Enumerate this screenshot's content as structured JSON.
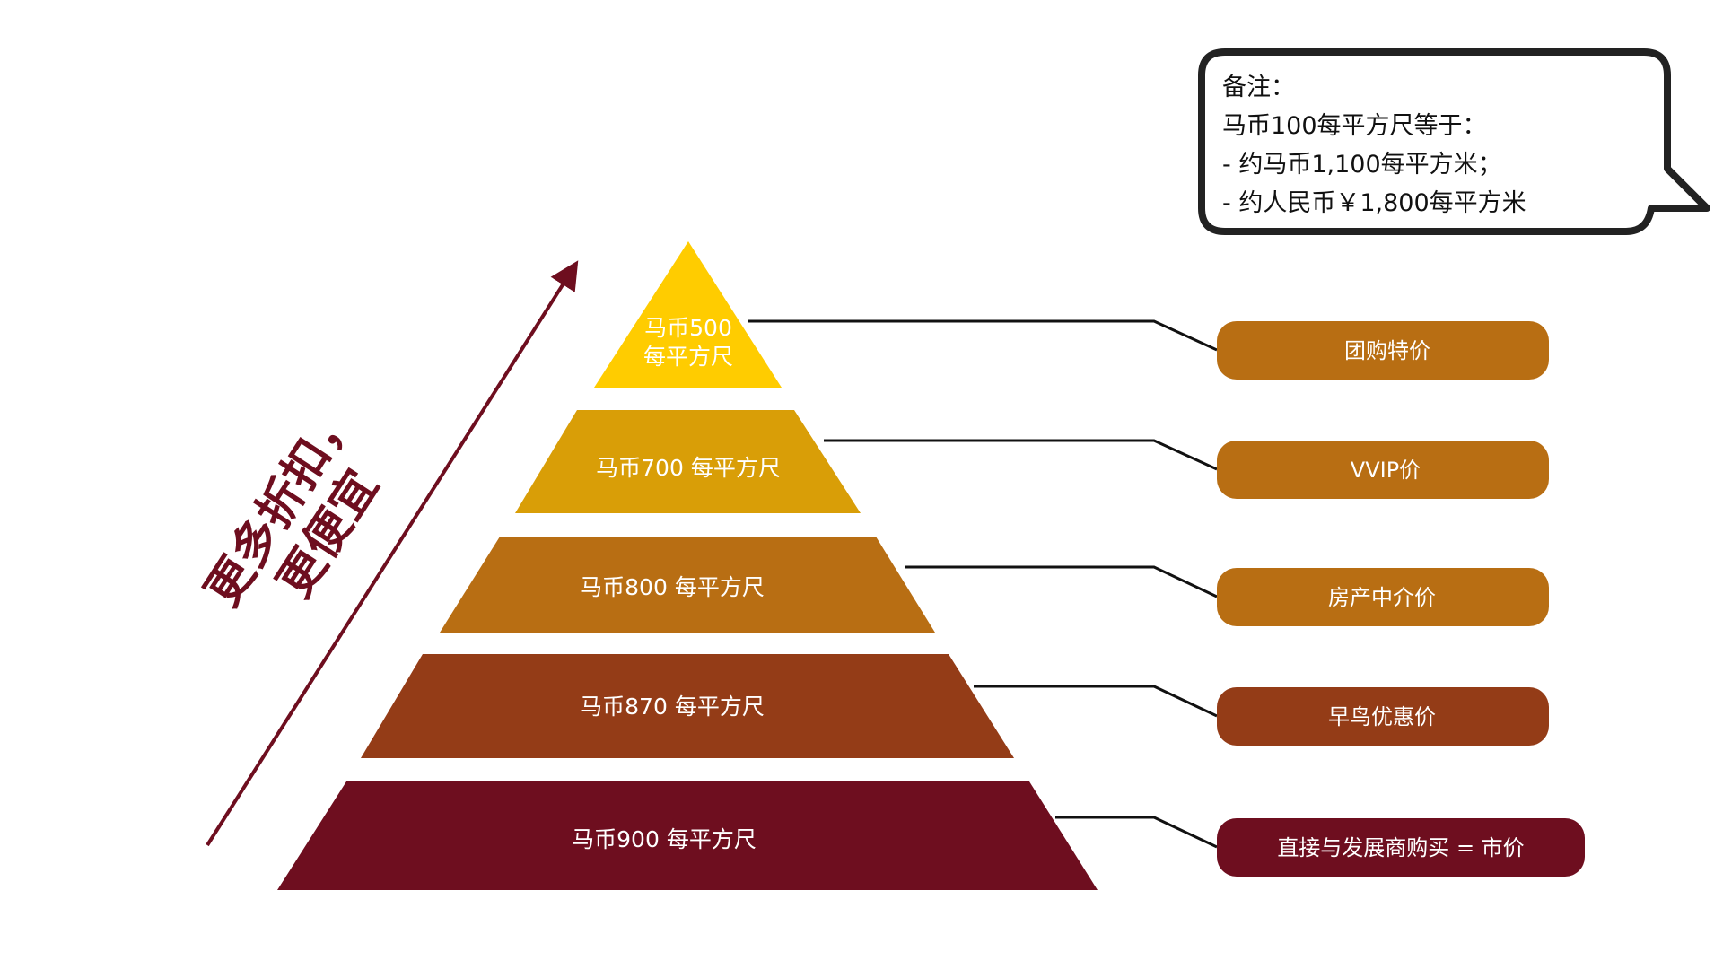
{
  "colors": {
    "tier1": "#FFCC00",
    "tier2": "#D99E07",
    "tier3": "#B86E13",
    "tier4": "#943C17",
    "tier5": "#6E0E1F",
    "arrow": "#6E0E1F"
  },
  "slogan": {
    "line1": "更多折扣，",
    "line2": "更便宜"
  },
  "note": {
    "title": "备注：",
    "line1": "马币100每平方尺等于：",
    "line2": "- 约马币1,100每平方米；",
    "line3": "- 约人民币￥1,800每平方米"
  },
  "pyramid": [
    {
      "price_line1": "马币500",
      "price_line2": "每平方尺",
      "label": "团购特价"
    },
    {
      "price": "马币700 每平方尺",
      "label": "VVIP价"
    },
    {
      "price": "马币800 每平方尺",
      "label": "房产中介价"
    },
    {
      "price": "马币870 每平方尺",
      "label": "早鸟优惠价"
    },
    {
      "price": "马币900 每平方尺",
      "label": "直接与发展商购买 = 市价"
    }
  ]
}
